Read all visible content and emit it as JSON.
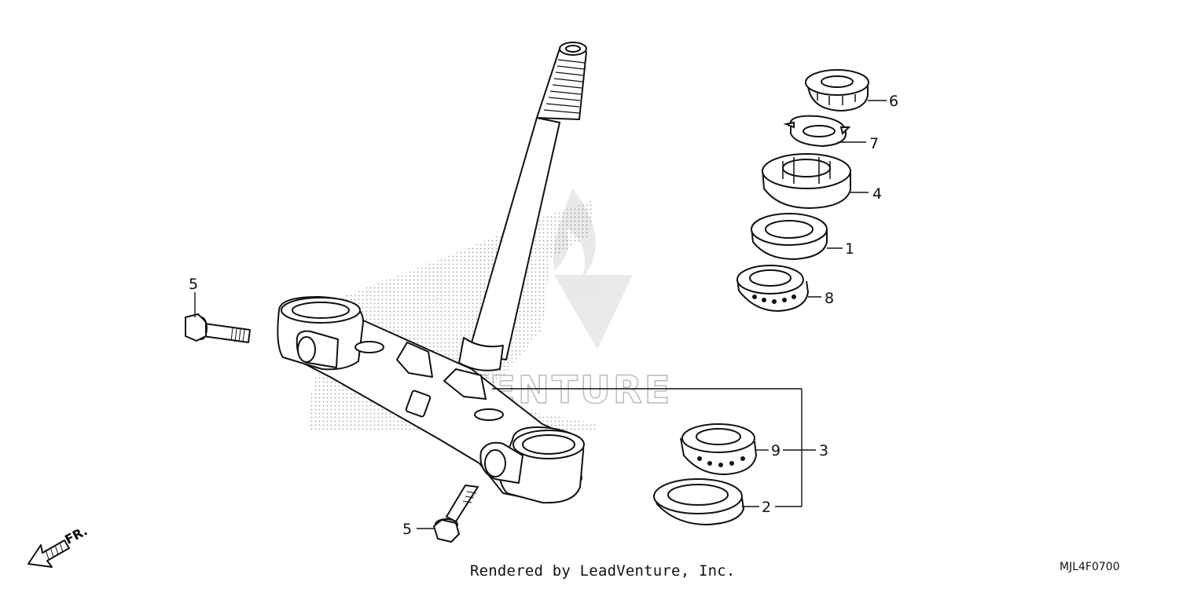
{
  "diagram": {
    "watermark": "ADVENTURE",
    "direction_label": "FR.",
    "credit": "Rendered by LeadVenture, Inc.",
    "drawing_code": "MJL4F0700",
    "callouts": {
      "c1": "1",
      "c2": "2",
      "c3": "3",
      "c4": "4",
      "c5a": "5",
      "c5b": "5",
      "c6": "6",
      "c7": "7",
      "c8": "8",
      "c9": "9"
    }
  }
}
